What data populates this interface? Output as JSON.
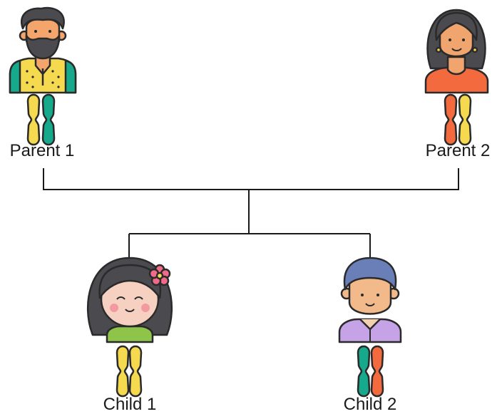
{
  "nodes": {
    "parent1": {
      "label": "Parent 1",
      "avatar": "bearded-man-avatar-icon",
      "chromosomes": [
        "#f5d94e",
        "#17a98b"
      ]
    },
    "parent2": {
      "label": "Parent 2",
      "avatar": "woman-avatar-icon",
      "chromosomes": [
        "#f26a3d",
        "#f5d94e"
      ]
    },
    "child1": {
      "label": "Child 1",
      "avatar": "girl-avatar-icon",
      "chromosomes": [
        "#f5d94e",
        "#f5d94e"
      ]
    },
    "child2": {
      "label": "Child 2",
      "avatar": "boy-avatar-icon",
      "chromosomes": [
        "#17a98b",
        "#f26a3d"
      ]
    }
  },
  "colors": {
    "line": "#1a1a1a",
    "outline": "#2a2a2a",
    "yellow": "#f5d94e",
    "teal": "#17a98b",
    "orange": "#f26a3d"
  }
}
